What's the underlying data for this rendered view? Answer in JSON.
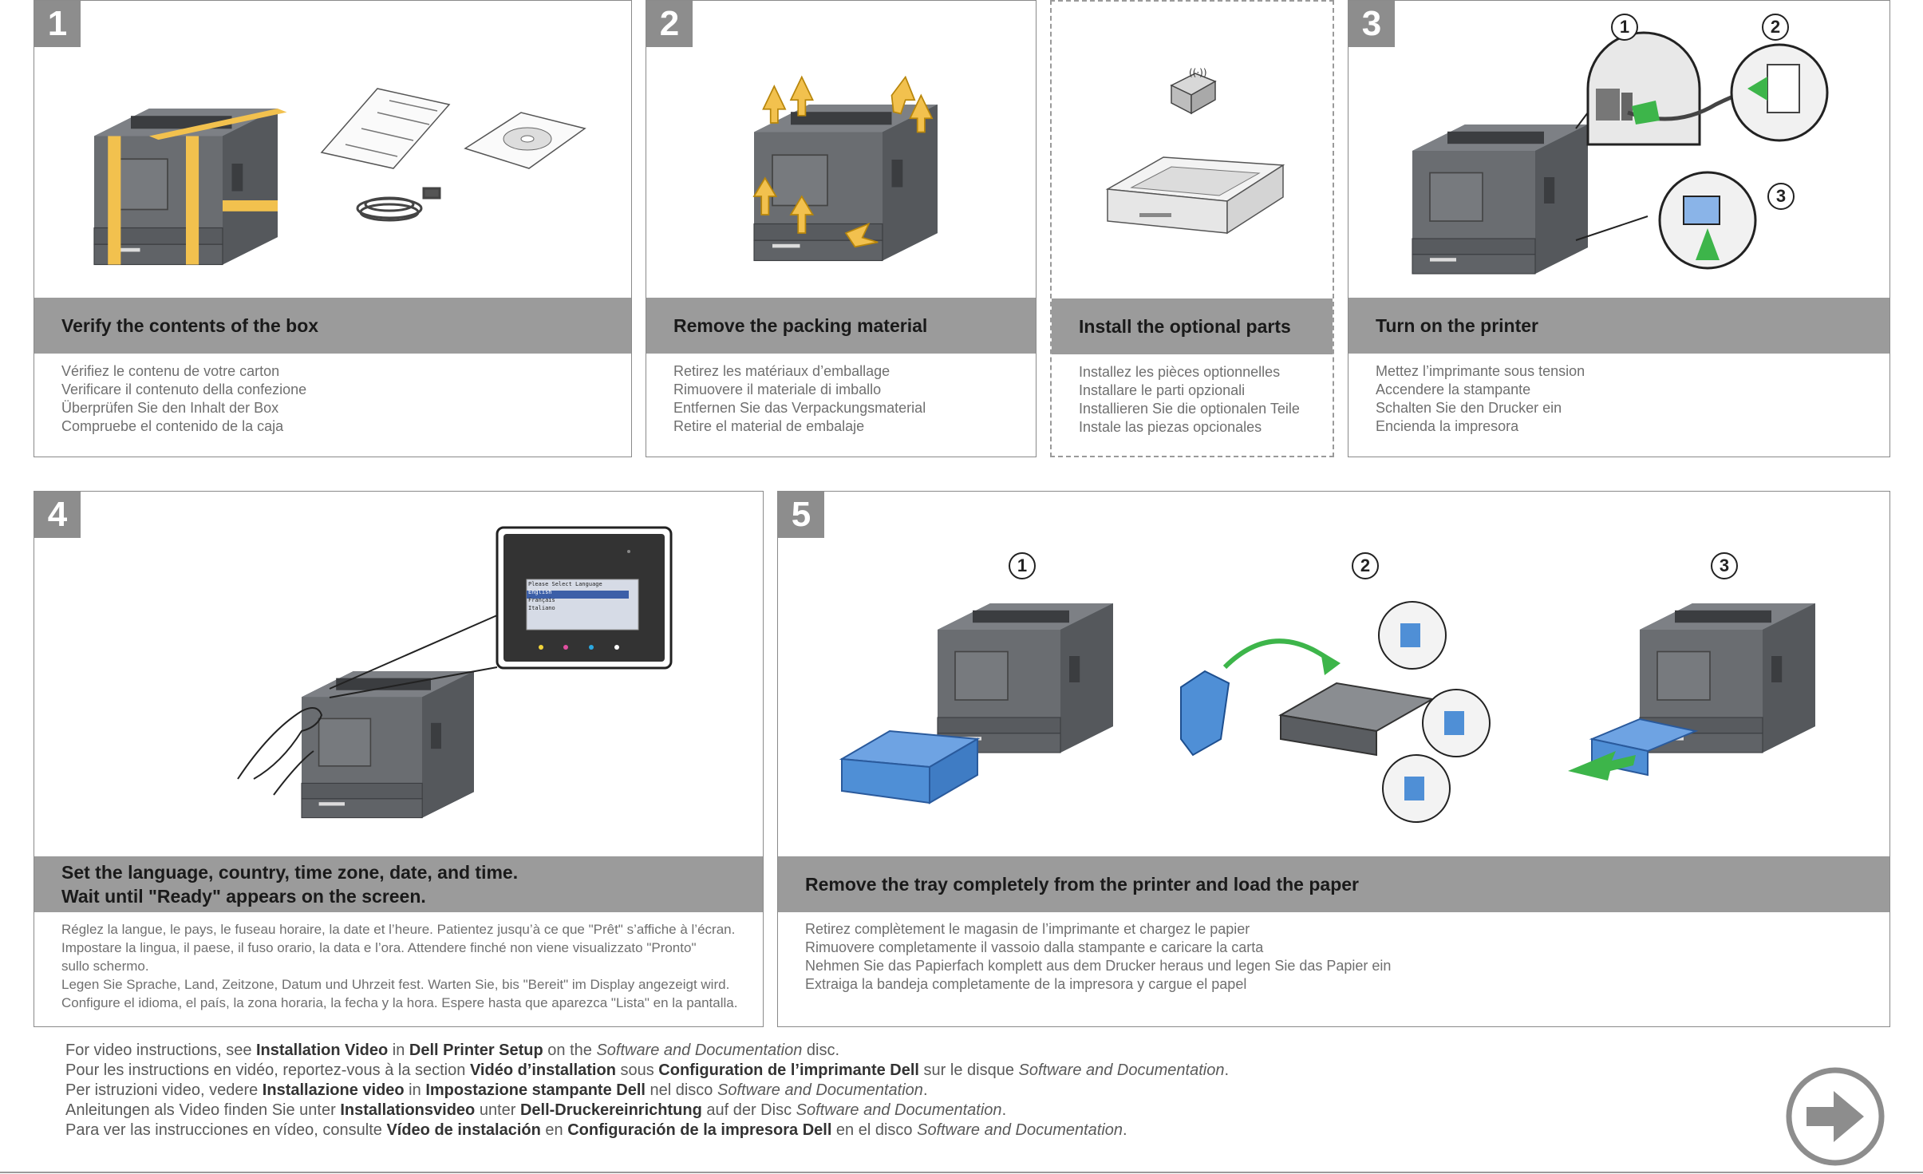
{
  "steps": [
    {
      "number": "1",
      "title": "Verify the contents of the box",
      "subtitles": [
        "Vérifiez le contenu de votre carton",
        "Verificare il contenuto della confezione",
        "Überprüfen Sie den Inhalt der Box",
        "Compruebe el contenido de la caja"
      ]
    },
    {
      "number": "2",
      "title": "Remove the packing material",
      "subtitles": [
        "Retirez les matériaux d’emballage",
        "Rimuovere il materiale di imballo",
        "Entfernen Sie das Verpackungsmaterial",
        "Retire el material de embalaje"
      ]
    },
    {
      "number": "",
      "title": "Install the optional parts",
      "subtitles": [
        "Installez les pièces optionnelles",
        "Installare le parti opzionali",
        "Installieren Sie die optionalen Teile",
        "Instale las piezas opcionales"
      ]
    },
    {
      "number": "3",
      "title": "Turn on the printer",
      "subtitles": [
        "Mettez l’imprimante sous tension",
        "Accendere la stampante",
        "Schalten Sie den Drucker ein",
        "Encienda la impresora"
      ],
      "callouts": [
        "1",
        "2",
        "3"
      ]
    },
    {
      "number": "4",
      "title_lines": [
        "Set the language, country, time zone, date, and time.",
        "Wait until \"Ready\" appears on the screen."
      ],
      "subtitles": [
        "Réglez la langue, le pays, le fuseau horaire, la date et l’heure. Patientez jusqu’à ce que \"Prêt\" s’affiche à l’écran.",
        "Impostare la lingua, il paese, il fuso orario, la data e l’ora. Attendere finché non viene visualizzato \"Pronto\"",
        "sullo schermo.",
        "Legen Sie Sprache, Land, Zeitzone, Datum und Uhrzeit fest. Warten Sie, bis \"Bereit\" im Display angezeigt wird.",
        "Configure el idioma, el país, la zona horaria, la fecha y la hora. Espere hasta que aparezca \"Lista\" en la pantalla."
      ],
      "lcd": {
        "heading": "Please Select Language",
        "options": [
          "English",
          "Français",
          "Italiano"
        ]
      }
    },
    {
      "number": "5",
      "title": "Remove the tray completely from the printer and load the paper",
      "subtitles": [
        "Retirez complètement le magasin de l’imprimante et chargez le papier",
        "Rimuovere completamente il vassoio dalla stampante e caricare la carta",
        "Nehmen Sie das Papierfach komplett aus dem Drucker heraus und legen Sie das Papier ein",
        "Extraiga la bandeja completamente de la impresora y cargue el papel"
      ],
      "callouts": [
        "1",
        "2",
        "3"
      ]
    }
  ],
  "footer": {
    "en": {
      "a": "For video instructions, see ",
      "b1": "Installation Video",
      "c": " in ",
      "b2": "Dell Printer Setup",
      "d": " on the ",
      "i": "Software and Documentation",
      "e": " disc."
    },
    "fr": {
      "a": "Pour les instructions en vidéo, reportez-vous à la section ",
      "b1": "Vidéo d’installation",
      "c": " sous ",
      "b2": "Configuration de l’imprimante Dell",
      "d": " sur le disque ",
      "i": "Software and Documentation",
      "e": "."
    },
    "it": {
      "a": "Per istruzioni video, vedere ",
      "b1": "Installazione video",
      "c": " in ",
      "b2": "Impostazione stampante Dell",
      "d": " nel disco ",
      "i": "Software and Documentation",
      "e": "."
    },
    "de": {
      "a": "Anleitungen als Video finden Sie unter ",
      "b1": "Installationsvideo",
      "c": " unter ",
      "b2": "Dell-Druckereinrichtung",
      "d": " auf der Disc ",
      "i": "Software and Documentation",
      "e": "."
    },
    "es": {
      "a": "Para ver las instrucciones en vídeo, consulte ",
      "b1": "Vídeo de instalación",
      "c": " en ",
      "b2": "Configuración de la impresora Dell",
      "d": " en el disco ",
      "i": "Software and Documentation",
      "e": "."
    }
  },
  "next_icon": "arrow-right-icon",
  "colors": {
    "bar": "#9b9b9b",
    "tape": "#f2c14e",
    "tray": "#4f8fd6",
    "green": "#3db54a",
    "printer": "#5a5d61"
  }
}
